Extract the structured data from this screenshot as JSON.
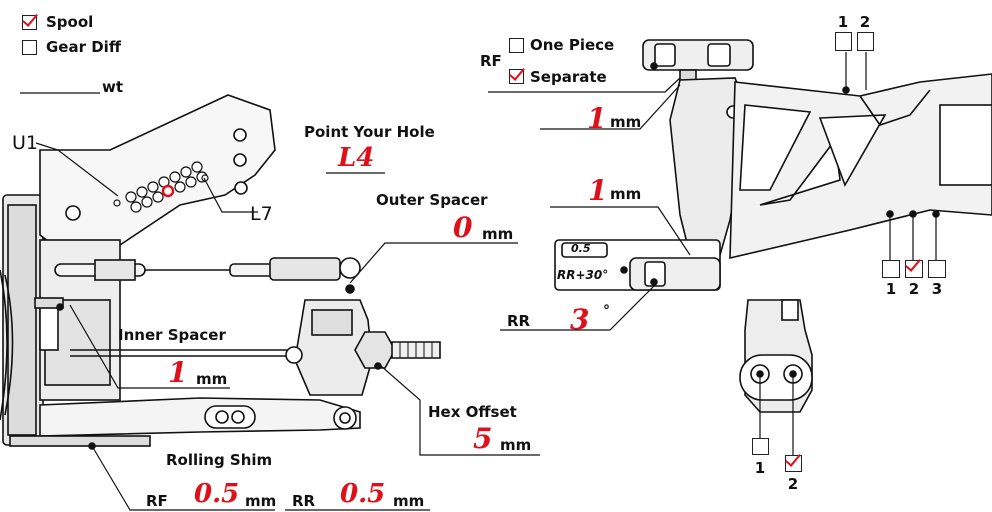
{
  "diff": {
    "spool_label": "Spool",
    "spool_checked": true,
    "gear_diff_label": "Gear  Diff",
    "gear_diff_checked": false,
    "weight_unit": "wt"
  },
  "shock_tower": {
    "upper_label": "U1",
    "lower_label": "L7",
    "point_hole_label": "Point Your Hole",
    "point_hole_value": "L4"
  },
  "outer_spacer": {
    "label": "Outer Spacer",
    "value": "0",
    "unit": "mm"
  },
  "inner_spacer": {
    "label": "Inner Spacer",
    "value": "1",
    "unit": "mm"
  },
  "hex_offset": {
    "label": "Hex Offset",
    "value": "5",
    "unit": "mm"
  },
  "rolling_shim": {
    "label": "Rolling Shim",
    "rf_label": "RF",
    "rf_value": "0.5",
    "rr_label": "RR",
    "rr_value": "0.5",
    "unit": "mm"
  },
  "hub": {
    "rf_label": "RF",
    "one_piece_label": "One Piece",
    "one_piece_checked": false,
    "separate_label": "Separate",
    "separate_checked": true,
    "top_spacer_value": "1",
    "bottom_spacer_value": "1",
    "unit": "mm",
    "tag_value": "0.5",
    "rr_tag_label": "RR+30°",
    "rr_label": "RR",
    "rr_value": "3",
    "degree_symbol": "°"
  },
  "arm_top_positions": {
    "labels": [
      "1",
      "2"
    ],
    "checked": [
      false,
      false
    ]
  },
  "arm_bottom_positions": {
    "labels": [
      "1",
      "2",
      "3"
    ],
    "checked": [
      false,
      true,
      false
    ]
  },
  "hub_positions": {
    "labels": [
      "1",
      "2"
    ],
    "checked": [
      false,
      true
    ]
  },
  "colors": {
    "accent": "#e0101a",
    "line": "#111111"
  }
}
